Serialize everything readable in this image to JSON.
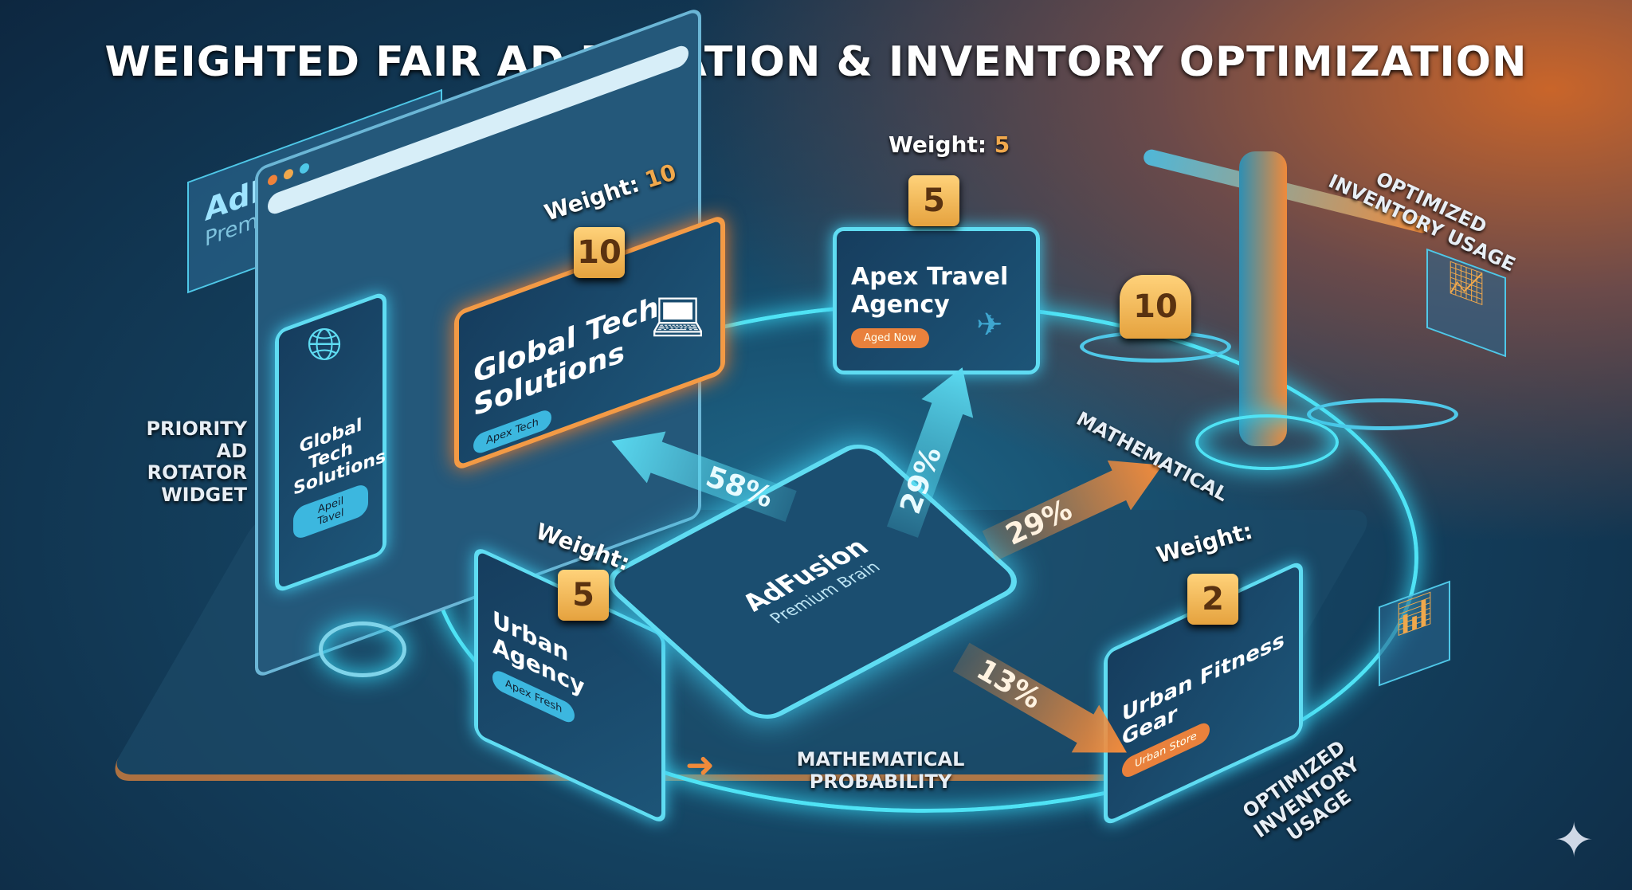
{
  "title": "WEIGHTED FAIR AD ROTATION & INVENTORY OPTIMIZATION",
  "logo": {
    "name": "AdFusion",
    "sub": "Premium Brain"
  },
  "widget": {
    "label": "PRIORITY AD ROTATOR WIDGET",
    "ad_title": "Global Tech Solutions",
    "ad_button": "Apeil Tavel"
  },
  "ads": [
    {
      "weight_label": "Weight:",
      "weight": "10",
      "badge": "10",
      "title": "Global Tech Solutions",
      "button": "Apex Tech",
      "percent": "58%"
    },
    {
      "weight_label": "Weight:",
      "weight": "5",
      "badge": "5",
      "title": "Apex Travel Agency",
      "button": "Aged Now",
      "percent": "29%"
    },
    {
      "weight_label": "Weight:",
      "badge": "5",
      "title": "Urban Agency",
      "button": "Apex Fresh",
      "percent": "29%"
    },
    {
      "weight_label": "Weight:",
      "badge": "2",
      "title": "Urban Fitness Gear",
      "button": "Urban Store",
      "percent": "13%"
    }
  ],
  "chip": {
    "name": "AdFusion",
    "sub": "Premium Brain"
  },
  "scale": {
    "weight": "10"
  },
  "captions": {
    "optimized_top": "OPTIMIZED INVENTORY USAGE",
    "mathematical": "MATHEMATICAL",
    "math_prob": "MATHEMATICAL PROBABILITY",
    "optimized_bottom": "OPTIMIZED INVENTORY USAGE"
  },
  "colors": {
    "accent_cyan": "#5fdcf2",
    "accent_orange": "#f39a45",
    "background": "#14415f"
  }
}
